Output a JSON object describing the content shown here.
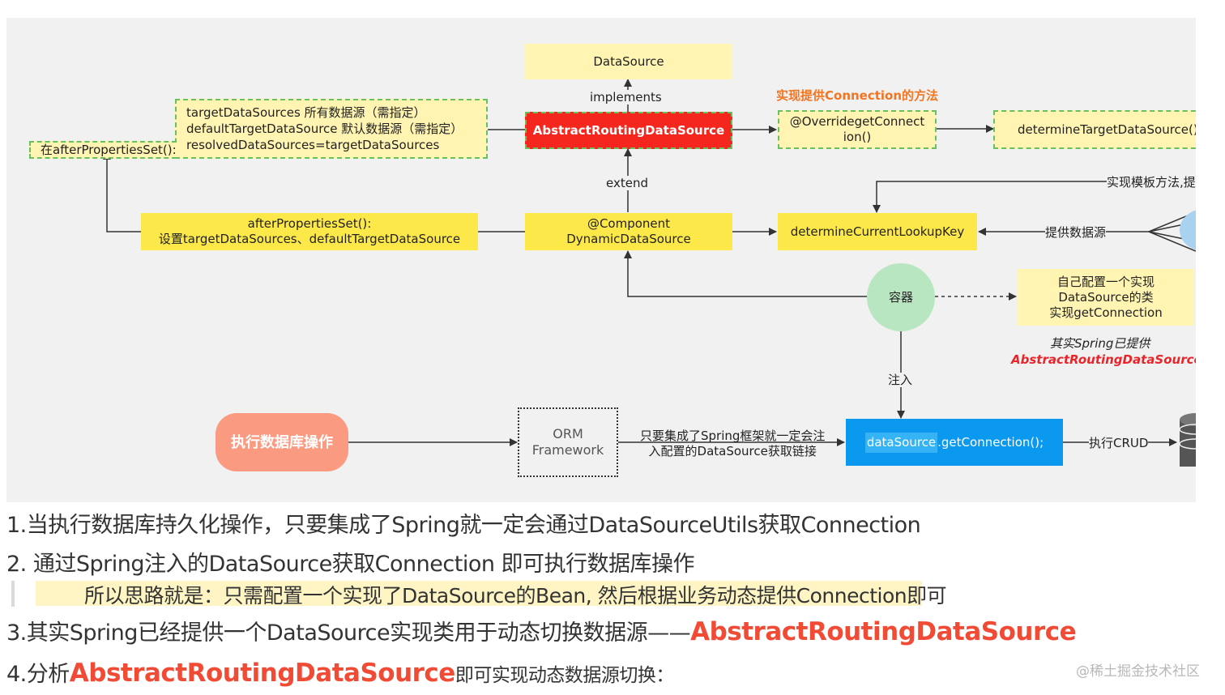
{
  "diagram": {
    "datasource": "DataSource",
    "implements": "implements",
    "abstract_routing": "AbstractRoutingDataSource",
    "method_title": "实现提供Connection的方法",
    "override_get_connection": "@OverridegetConnect\nion()",
    "determine_target": "determineTargetDataSource()",
    "fields": "targetDataSources 所有数据源（需指定）\ndefaultTargetDataSource  默认数据源（需指定）\nresolvedDataSources=targetDataSources",
    "in_after_properties": "在afterPropertiesSet():",
    "extend": "extend",
    "after_properties_box": "afterPropertiesSet():\n设置targetDataSources、defaultTargetDataSource",
    "dynamic_datasource": "@Component\nDynamicDataSource",
    "determine_lookup": "determineCurrentLookupKey",
    "template_method": "实现模板方法,提",
    "provide_datasource": "提供数据源",
    "container": "容器",
    "self_config": "自己配置一个实现\nDataSource的类\n实现getConnection",
    "spring_provided": "其实Spring已提供",
    "spring_provided_class": "AbstractRoutingDataSource",
    "inject": "注入",
    "exec_db": "执行数据库操作",
    "orm": "ORM\nFramework",
    "orm_note": "只要集成了Spring框架就一定会注\n入配置的DataSource获取链接",
    "get_connection_prefix": "dataSource",
    "get_connection_suffix": ".getConnection();",
    "exec_crud": "执行CRUD"
  },
  "notes": {
    "line1": "1.当执行数据库持久化操作，只要集成了Spring就一定会通过DataSourceUtils获取Connection",
    "line2": "2. 通过Spring注入的DataSource获取Connection 即可执行数据库操作",
    "quote": "所以思路就是：只需配置一个实现了DataSource的Bean, 然后根据业务动态提供Connection即可",
    "line3_prefix": "3.其实Spring已经提供一个DataSource实现类用于动态切换数据源——",
    "line3_highlight": "AbstractRoutingDataSource",
    "line4_prefix": "4.分析",
    "line4_highlight": "AbstractRoutingDataSource",
    "line4_suffix": "即可实现动态数据源切换："
  },
  "watermark": "@稀土掘金技术社区",
  "colors": {
    "accent_red": "#f14a35",
    "box_red": "#f4261d",
    "box_blue": "#0b99f0",
    "green_circle": "#b8e6c1",
    "salmon": "#fa9a80"
  }
}
